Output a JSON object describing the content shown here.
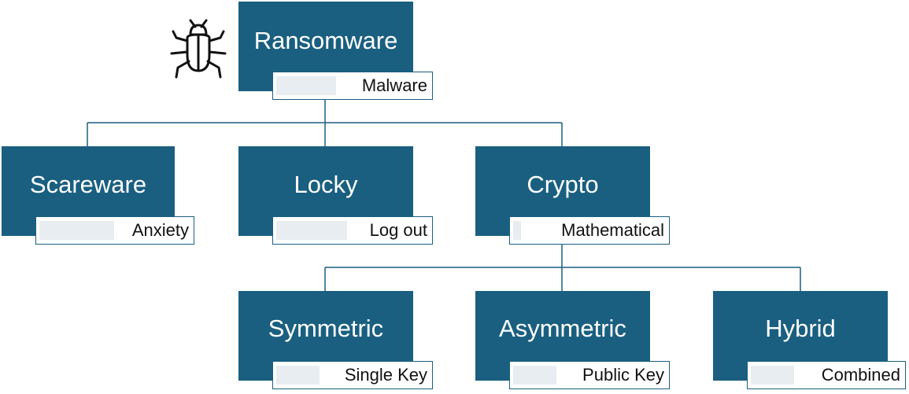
{
  "colors": {
    "node_fill": "#1a5f80",
    "node_text": "#ffffff",
    "tag_border": "#1a5f80",
    "tag_fill": "#e8edf1",
    "tag_text": "#111111",
    "connector": "#1a5f80"
  },
  "icon": "bug-icon",
  "root": {
    "title": "Ransomware",
    "tag": "Malware"
  },
  "level1": [
    {
      "title": "Scareware",
      "tag": "Anxiety"
    },
    {
      "title": "Locky",
      "tag": "Log out"
    },
    {
      "title": "Crypto",
      "tag": "Mathematical"
    }
  ],
  "level2": [
    {
      "title": "Symmetric",
      "tag": "Single Key"
    },
    {
      "title": "Asymmetric",
      "tag": "Public Key"
    },
    {
      "title": "Hybrid",
      "tag": "Combined"
    }
  ]
}
